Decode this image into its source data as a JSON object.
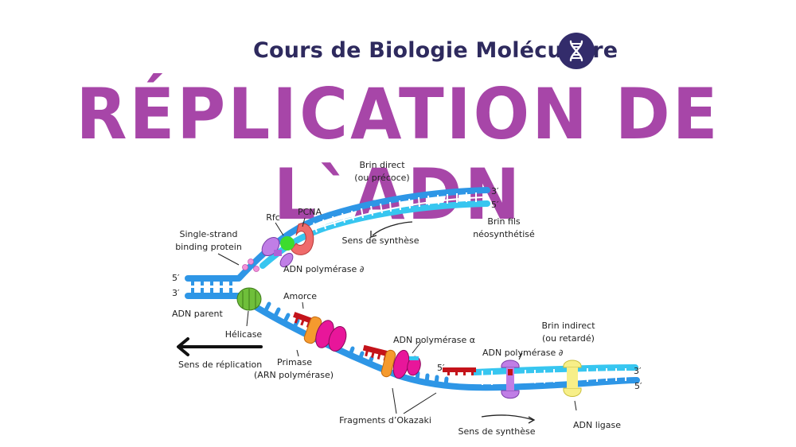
{
  "header": {
    "subtitle": "Cours de Biologie Moléculaire",
    "icon": "dna-icon",
    "title": "RÉPLICATION DE L`ADN"
  },
  "colors": {
    "title": "#a746a8",
    "subtitle": "#2e2a5e",
    "badge": "#332c6b",
    "parent_strand": "#2e96e6",
    "new_strand": "#37c6f0",
    "primer": "#c4131a",
    "helicase": "#6fbf3a",
    "pcna": "#ef6b6b",
    "rfc": "#3ddc2e",
    "polymerase_delta": "#c07ee6",
    "polymerase_alpha": "#e8169a",
    "primase": "#f59a2e",
    "ligase": "#f7ef88",
    "ssb": "#f290d8"
  },
  "labels": {
    "brin_direct_1": "Brin direct",
    "brin_direct_2": "(ou précoce)",
    "top_3prime": "3′",
    "top_5prime": "5′",
    "brin_fils_1": "Brin fils",
    "brin_fils_2": "néosynthétisé",
    "sens_synthese_top": "Sens de synthèse",
    "pcna": "PCNA",
    "rfc": "Rfc",
    "ssb_1": "Single-strand",
    "ssb_2": "binding protein",
    "pol_delta_top": "ADN polymérase ∂",
    "parent_5prime": "5′",
    "parent_3prime": "3′",
    "adn_parent": "ADN parent",
    "helicase": "Hélicase",
    "amorce": "Amorce",
    "sens_replication": "Sens de réplication",
    "primase_1": "Primase",
    "primase_2": "(ARN polymérase)",
    "pol_alpha": "ADN polymérase α",
    "okazaki_5prime": "5′",
    "brin_indirect_1": "Brin indirect",
    "brin_indirect_2": "(ou retardé)",
    "pol_delta_bottom": "ADN polymérase ∂",
    "bottom_3prime": "3′",
    "bottom_5prime": "5′",
    "okazaki": "Fragments d’Okazaki",
    "sens_synthese_bottom": "Sens de synthèse",
    "ligase": "ADN ligase"
  }
}
